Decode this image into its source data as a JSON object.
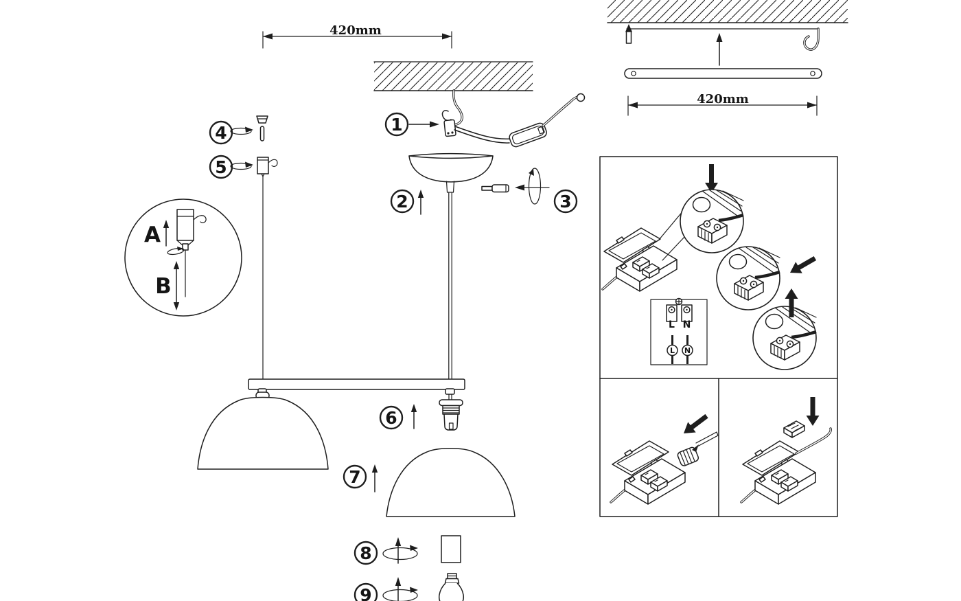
{
  "figure": {
    "kind": "pendant-lamp-assembly-instructions",
    "style": "black-and-white line drawing"
  },
  "dimensions": {
    "left": "420mm",
    "right": "420mm"
  },
  "steps": [
    {
      "num": "1"
    },
    {
      "num": "2"
    },
    {
      "num": "3"
    },
    {
      "num": "4"
    },
    {
      "num": "5"
    },
    {
      "num": "6"
    },
    {
      "num": "7"
    },
    {
      "num": "8"
    },
    {
      "num": "9"
    }
  ],
  "adjustment": {
    "raise_label": "A",
    "lower_label": "B"
  },
  "wiring_diagram": {
    "terminal_live": "L",
    "terminal_neutral": "N",
    "wire_live": "L",
    "wire_neutral": "N"
  },
  "colors": {
    "ink": "#1e1e1e",
    "background": "#ffffff"
  }
}
